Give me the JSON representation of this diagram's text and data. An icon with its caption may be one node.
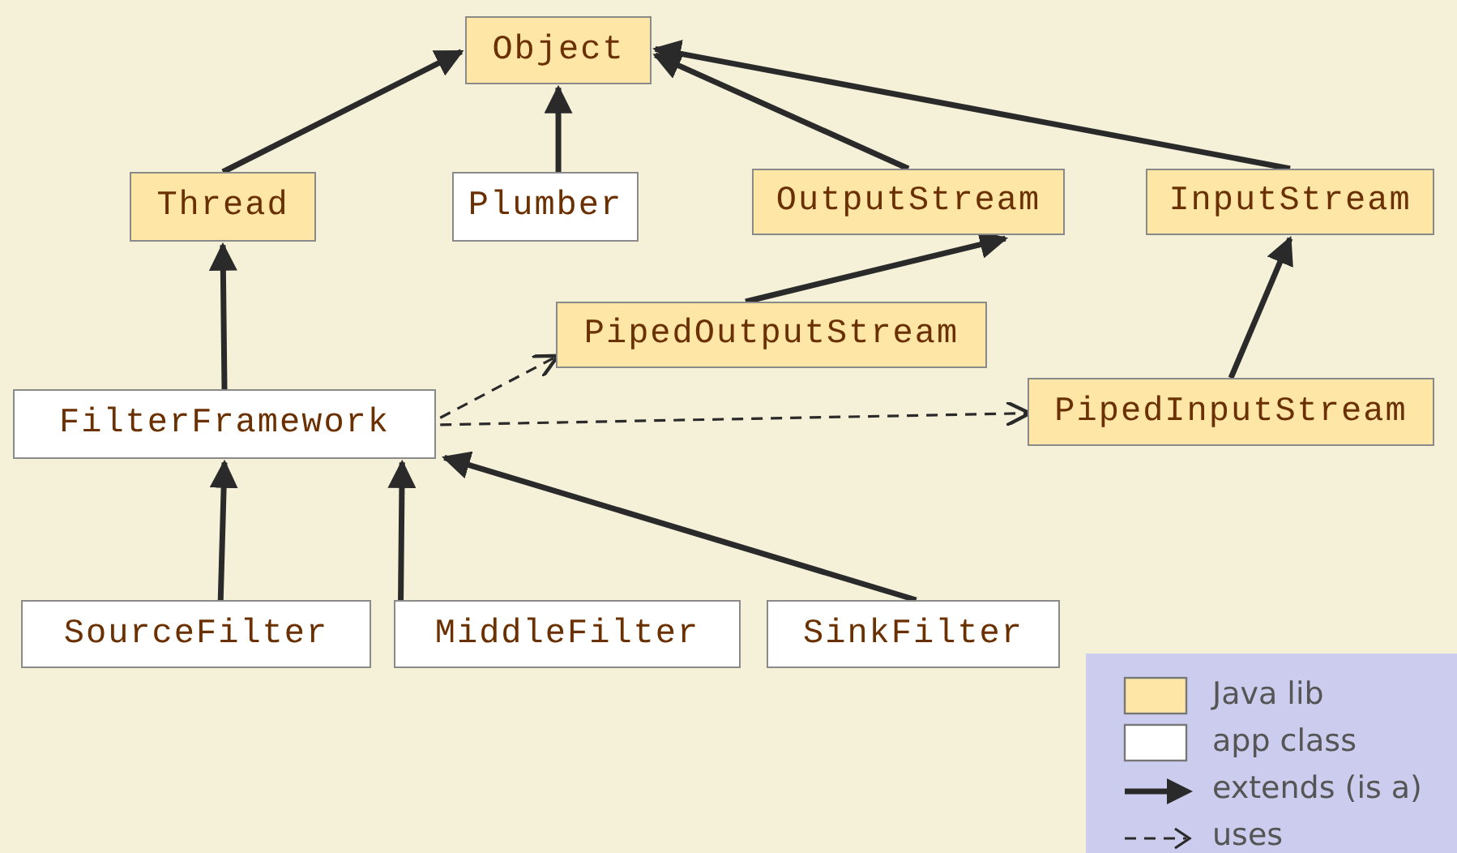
{
  "diagram": {
    "nodes": [
      {
        "text": [
          "Object"
        ]
      },
      {
        "text": [
          "Thread"
        ]
      },
      {
        "text": [
          "Plumber"
        ]
      },
      {
        "text": [
          "OutputStream"
        ]
      },
      {
        "text": [
          "InputStream"
        ]
      },
      {
        "text": [
          "PipedOutputStream"
        ]
      },
      {
        "text": [
          "FilterFramework"
        ]
      },
      {
        "text": [
          "PipedInputStream"
        ]
      },
      {
        "text": [
          "SourceFilter"
        ]
      },
      {
        "text": [
          "MiddleFilter"
        ]
      },
      {
        "text": [
          "SinkFilter"
        ]
      }
    ],
    "edges": [
      {
        "from": 1,
        "to": 0,
        "arrow": "to"
      },
      {
        "from": 2,
        "to": 0,
        "arrow": "to"
      },
      {
        "from": 3,
        "to": 0,
        "arrow": "to"
      },
      {
        "from": 4,
        "to": 0,
        "arrow": "to"
      },
      {
        "from": 5,
        "to": 3,
        "arrow": "to"
      },
      {
        "from": 7,
        "to": 4,
        "arrow": "to"
      },
      {
        "from": 6,
        "to": 1,
        "arrow": "to"
      },
      {
        "from": 6,
        "to": 5,
        "arrow": "to",
        "style": "dashed"
      },
      {
        "from": 6,
        "to": 7,
        "arrow": "to",
        "style": "dashed"
      },
      {
        "from": 8,
        "to": 6,
        "arrow": "to"
      },
      {
        "from": 9,
        "to": 6,
        "arrow": "to"
      },
      {
        "from": 10,
        "to": 6,
        "arrow": "to"
      }
    ],
    "legend": [
      {
        "text": "Java lib",
        "color": "#fde6a6"
      },
      {
        "text": "app class",
        "color": "#ffffff"
      },
      {
        "text": "extends (is a)"
      },
      {
        "text": "uses"
      }
    ]
  }
}
